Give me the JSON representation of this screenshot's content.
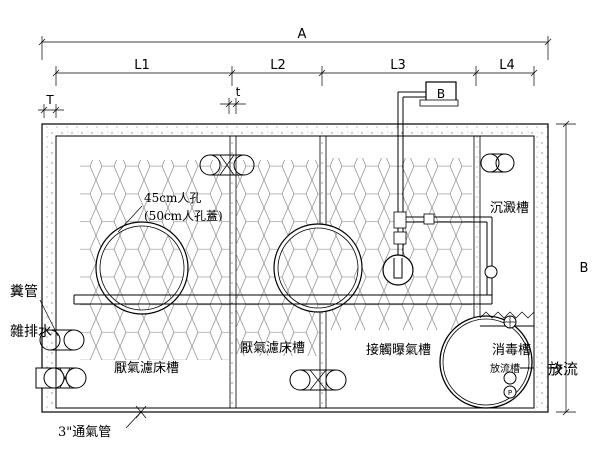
{
  "dimensions": {
    "overall": "A",
    "segments": [
      "L1",
      "L2",
      "L3",
      "L4"
    ],
    "height": "B",
    "wall": "T",
    "partition": "t"
  },
  "blower_label": "B",
  "manhole": {
    "size": "45cm人孔",
    "cover": "(50cm人孔蓋)"
  },
  "chambers": {
    "anaerobic_1": "厭氣濾床槽",
    "anaerobic_2": "厭氣濾床槽",
    "contact_aeration": "接觸曝氣槽",
    "sedimentation": "沉澱槽",
    "disinfection": "消毒槽",
    "discharge_inner": "放流槽"
  },
  "pipes": {
    "sewage": "糞管",
    "misc_drain": "雜排水",
    "vent": "3\"通氣管",
    "discharge": "放流"
  },
  "colors": {
    "line": "#000000",
    "media": "#777777",
    "concrete_dots": "#555555"
  }
}
